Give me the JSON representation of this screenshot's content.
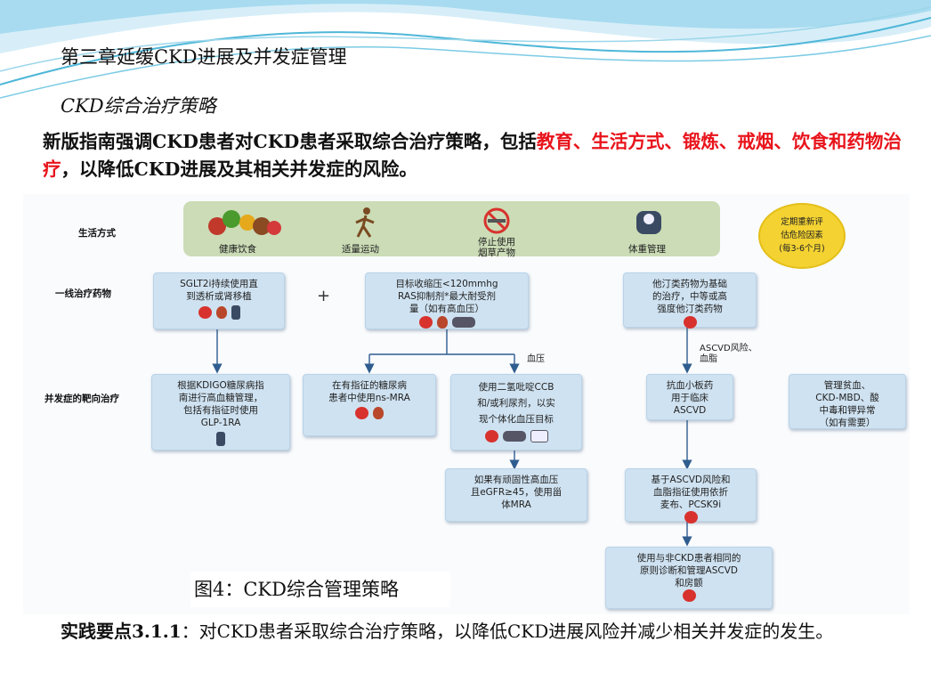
{
  "slide": {
    "chapter_title": "第三章延缓CKD进展及并发症管理",
    "section_title": "CKD综合治疗策略",
    "intro_part1": "新版指南强调CKD患者对CKD患者采取综合治疗策略，包括",
    "intro_highlight": "教育、生活方式、锻炼、戒烟、饮食和药物治疗",
    "intro_part2": "，以降低CKD进展及其相关并发症的风险。",
    "practice_label": "实践要点3.1.1",
    "practice_text": "：对CKD患者采取综合治疗策略，以降低CKD进展风险并减少相关并发症的发生。",
    "figure_caption": "图4：CKD综合管理策略",
    "accent_colors": {
      "highlight": "#e8131b",
      "box": "#cfe2f1",
      "lifestyle_bar": "#cbdcb6",
      "recheck_circle": "#f3d232"
    }
  },
  "diagram": {
    "row_labels": {
      "lifestyle": "生活方式",
      "first_line": "一线治疗药物",
      "complications": "并发症的靶向治疗"
    },
    "lifestyle_items": [
      "健康饮食",
      "适量运动",
      "停止使用\n烟草产物",
      "体重管理"
    ],
    "recheck": "定期重新评\n估危险因素\n(每3-6个月)",
    "plus": "+",
    "first_line": {
      "sglt2": "SGLT2i持续使用直\n到透析或肾移植",
      "ras": "目标收缩压<120mmhg\nRAS抑制剂*最大耐受剂\n量（如有高血压）",
      "statin": "他汀类药物为基础\n的治疗，中等或高\n强度他汀类药物"
    },
    "branch_labels": {
      "bp": "血压",
      "ascvd": "ASCVD风险、\n血脂"
    },
    "targeted": {
      "glucose": "根据KDIGO糖尿病指\n南进行高血糖管理，\n包括有指征时使用\nGLP-1RA",
      "mra": "在有指征的糖尿病\n患者中使用ns-MRA",
      "ccb": "使用二氢吡啶CCB\n和/或利尿剂，以实\n现个体化血压目标",
      "steroid_mra": "如果有顽固性高血压\n且eGFR≥45，使用甾\n体MRA",
      "antiplatelet": "抗血小板药\n用于临床\nASCVD",
      "anemia": "管理贫血、\nCKD-MBD、酸\n中毒和钾异常\n（如有需要）",
      "ezetimibe": "基于ASCVD风险和\n血脂指征使用依折\n麦布、PCSK9i",
      "gout": "使用与非CKD患者相同的\n原则诊断和管理ASCVD\n和房颤"
    }
  }
}
